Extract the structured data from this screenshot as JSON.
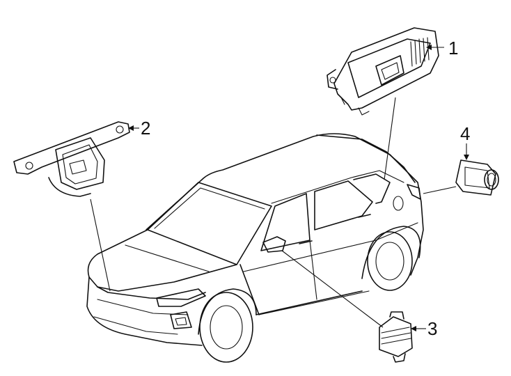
{
  "callouts": [
    {
      "number": "1"
    },
    {
      "number": "2"
    },
    {
      "number": "3"
    },
    {
      "number": "4"
    }
  ],
  "colors": {
    "line": "#111111",
    "background": "#ffffff"
  }
}
